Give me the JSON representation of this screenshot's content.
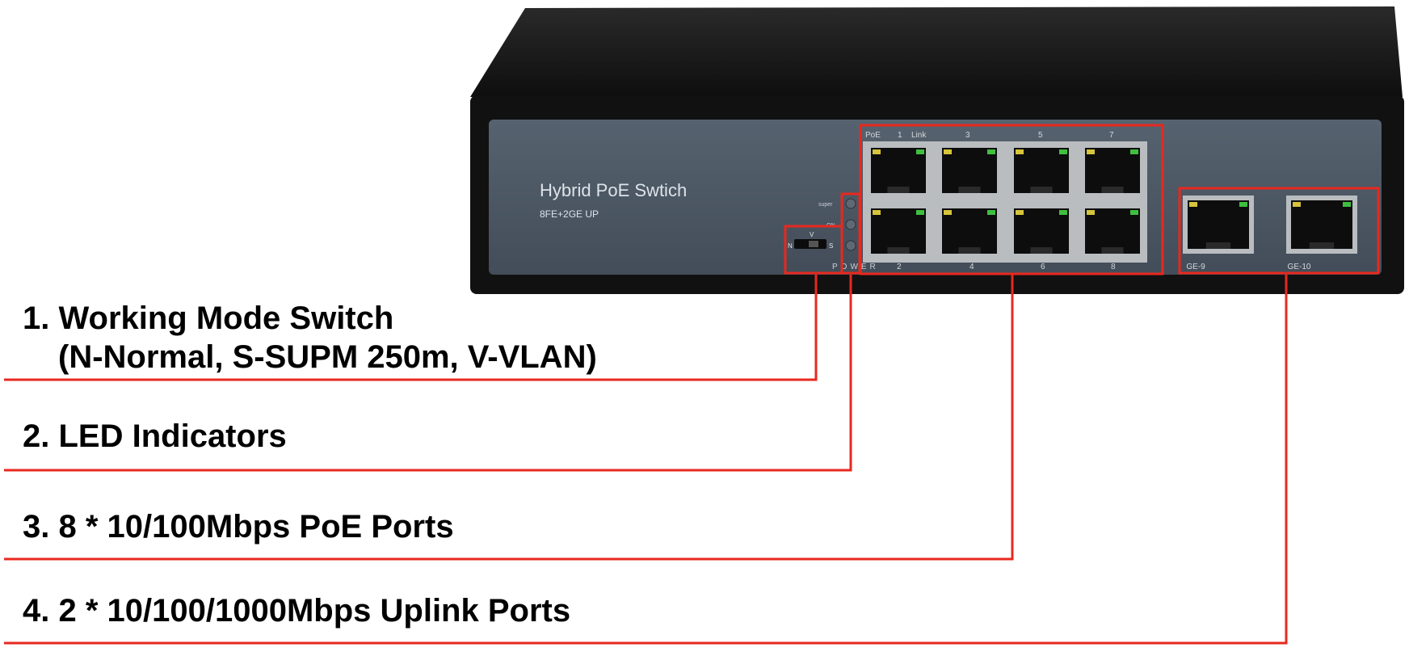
{
  "device": {
    "title": "Hybrid PoE Swtich",
    "subtitle": "8FE+2GE UP",
    "switch_letters": [
      "V",
      "N",
      "S"
    ],
    "led_small_text": [
      "super",
      "ON"
    ],
    "power_label": "POWER",
    "top_port_labels": [
      "PoE",
      "1",
      "Link",
      "3",
      "5",
      "7"
    ],
    "bottom_port_labels": [
      "2",
      "4",
      "6",
      "8"
    ],
    "uplink_labels": [
      "GE-9",
      "GE-10"
    ]
  },
  "callouts": [
    {
      "number": "1.",
      "title": "Working Mode Switch",
      "detail": "(N-Normal, S-SUPM 250m, V-VLAN)"
    },
    {
      "number": "2.",
      "title": "LED Indicators"
    },
    {
      "number": "3.",
      "title": "8 * 10/100Mbps PoE Ports"
    },
    {
      "number": "4.",
      "title": "2 * 10/100/1000Mbps Uplink Ports"
    }
  ],
  "colors": {
    "callout": "#e8281f",
    "chassis": "#141414",
    "panel": "#4c5866",
    "port_surround": "#b9bdc0",
    "led_green": "#3fbf3f",
    "led_yellow": "#d6c43a"
  }
}
